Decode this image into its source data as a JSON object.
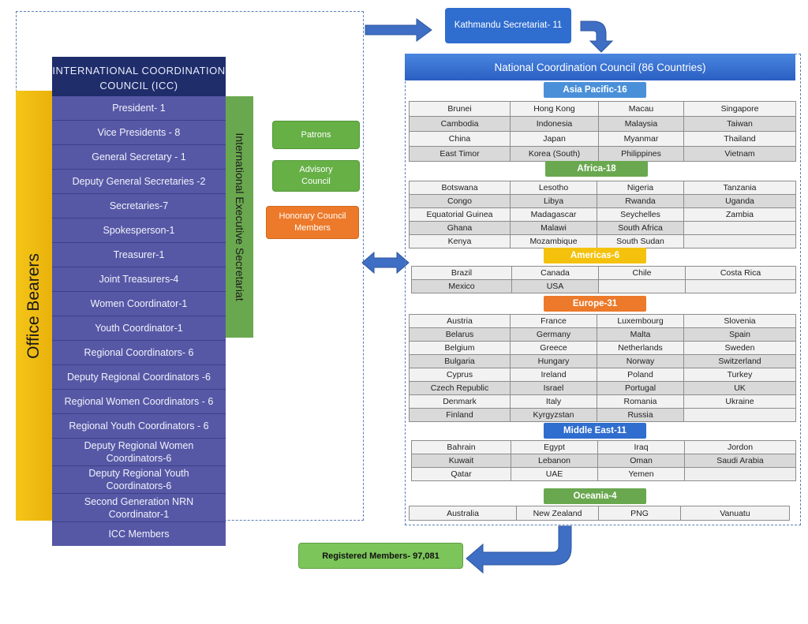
{
  "icc": {
    "title": "INTERNATIONAL COORDINATION COUNCIL (ICC)",
    "office_bearers_label": "Office Bearers",
    "ies_label": "International Executive Secretariat",
    "rows": [
      "President- 1",
      "Vice Presidents - 8",
      "General Secretary - 1",
      "Deputy General Secretaries -2",
      "Secretaries-7",
      "Spokesperson-1",
      "Treasurer-1",
      "Joint Treasurers-4",
      "Women Coordinator-1",
      "Youth Coordinator-1",
      "Regional Coordinators- 6",
      "Deputy Regional Coordinators -6",
      "Regional Women Coordinators - 6",
      "Regional Youth Coordinators - 6",
      "Deputy Regional  Women Coordinators-6",
      "Deputy Regional Youth Coordinators-6",
      "Second Generation NRN Coordinator-1",
      "ICC Members"
    ]
  },
  "side_boxes": {
    "patrons": "Patrons",
    "advisory": "Advisory Council",
    "honorary": "Honorary Council Members"
  },
  "kathmandu": "Kathmandu Secretariat- 11",
  "ncc_title": "National Coordination Council (86 Countries)",
  "regions": {
    "asia": {
      "label": "Asia Pacific-16",
      "color": "#4a90d9",
      "rows": [
        [
          "Brunei",
          "Hong Kong",
          "Macau",
          "Singapore"
        ],
        [
          "Cambodia",
          "Indonesia",
          "Malaysia",
          "Taiwan"
        ],
        [
          "China",
          "Japan",
          "Myanmar",
          "Thailand"
        ],
        [
          "East Timor",
          "Korea (South)",
          "Philippines",
          "Vietnam"
        ]
      ]
    },
    "africa": {
      "label": "Africa-18",
      "color": "#6aa84f",
      "rows": [
        [
          "Botswana",
          "Lesotho",
          "Nigeria",
          "Tanzania"
        ],
        [
          "Congo",
          "Libya",
          "Rwanda",
          "Uganda"
        ],
        [
          "Equatorial Guinea",
          "Madagascar",
          "Seychelles",
          "Zambia"
        ],
        [
          "Ghana",
          "Malawi",
          "South Africa",
          ""
        ],
        [
          "Kenya",
          "Mozambique",
          "South Sudan",
          ""
        ]
      ]
    },
    "americas": {
      "label": "Americas-6",
      "color": "#f4c20d",
      "rows": [
        [
          "Brazil",
          "Canada",
          "Chile",
          "Costa Rica"
        ],
        [
          "Mexico",
          "USA",
          "",
          ""
        ]
      ]
    },
    "europe": {
      "label": "Europe-31",
      "color": "#ec7a2a",
      "rows": [
        [
          "Austria",
          "France",
          "Luxembourg",
          "Slovenia"
        ],
        [
          "Belarus",
          "Germany",
          "Malta",
          "Spain"
        ],
        [
          "Belgium",
          "Greece",
          "Netherlands",
          "Sweden"
        ],
        [
          "Bulgaria",
          "Hungary",
          "Norway",
          "Switzerland"
        ],
        [
          "Cyprus",
          "Ireland",
          "Poland",
          "Turkey"
        ],
        [
          "Czech Republic",
          "Israel",
          "Portugal",
          "UK"
        ],
        [
          "Denmark",
          "Italy",
          "Romania",
          "Ukraine"
        ],
        [
          "Finland",
          "Kyrgyzstan",
          "Russia",
          ""
        ]
      ]
    },
    "middle_east": {
      "label": "Middle East-11",
      "color": "#2f6dcf",
      "rows": [
        [
          "Bahrain",
          "Egypt",
          "Iraq",
          "Jordon"
        ],
        [
          "Kuwait",
          "Lebanon",
          "Oman",
          "Saudi Arabia"
        ],
        [
          "Qatar",
          "UAE",
          "Yemen",
          ""
        ]
      ]
    },
    "oceania": {
      "label": "Oceania-4",
      "color": "#6aa84f",
      "rows": [
        [
          "Australia",
          "New Zealand",
          "PNG",
          "Vanuatu"
        ]
      ]
    }
  },
  "registered": "Registered Members- 97,081",
  "colors": {
    "icc_dark": "#1f2d6b",
    "icc_body": "#5658a6",
    "office": "#f5c518",
    "green": "#66b046",
    "orange": "#ec7a2a",
    "blue": "#2f6dcf"
  }
}
